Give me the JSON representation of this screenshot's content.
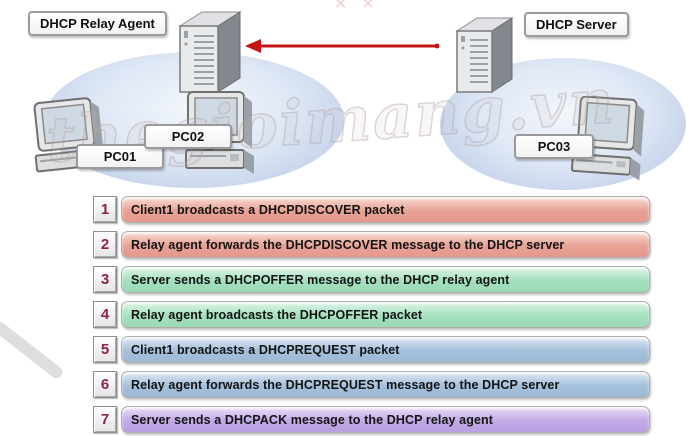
{
  "diagram": {
    "relay_agent_label": "DHCP Relay Agent",
    "dhcp_server_label": "DHCP Server",
    "pc01_label": "PC01",
    "pc02_label": "PC02",
    "pc03_label": "PC03",
    "watermark_text": "thegioimang.vn",
    "corner_marks": "✕✕",
    "arrow": {
      "direction": "right-to-left",
      "color": "#c41414"
    }
  },
  "steps": {
    "number_color": "#8e2445",
    "colors": {
      "pink": "#e8a296",
      "green": "#a4e0be",
      "blue": "#a6c0db",
      "purple": "#c1aae6"
    },
    "items": [
      {
        "num": "1",
        "text": "Client1 broadcasts a DHCPDISCOVER packet",
        "scheme": "pink"
      },
      {
        "num": "2",
        "text": "Relay agent forwards the DHCPDISCOVER message to the DHCP server",
        "scheme": "pink"
      },
      {
        "num": "3",
        "text": "Server sends a DHCPOFFER message to the DHCP relay agent",
        "scheme": "green"
      },
      {
        "num": "4",
        "text": "Relay agent broadcasts the DHCPOFFER packet",
        "scheme": "green"
      },
      {
        "num": "5",
        "text": "Client1 broadcasts a DHCPREQUEST packet",
        "scheme": "blue"
      },
      {
        "num": "6",
        "text": "Relay agent forwards the DHCPREQUEST message to the DHCP server",
        "scheme": "blue"
      },
      {
        "num": "7",
        "text": "Server sends a DHCPACK message to the DHCP relay agent",
        "scheme": "purple"
      }
    ]
  }
}
